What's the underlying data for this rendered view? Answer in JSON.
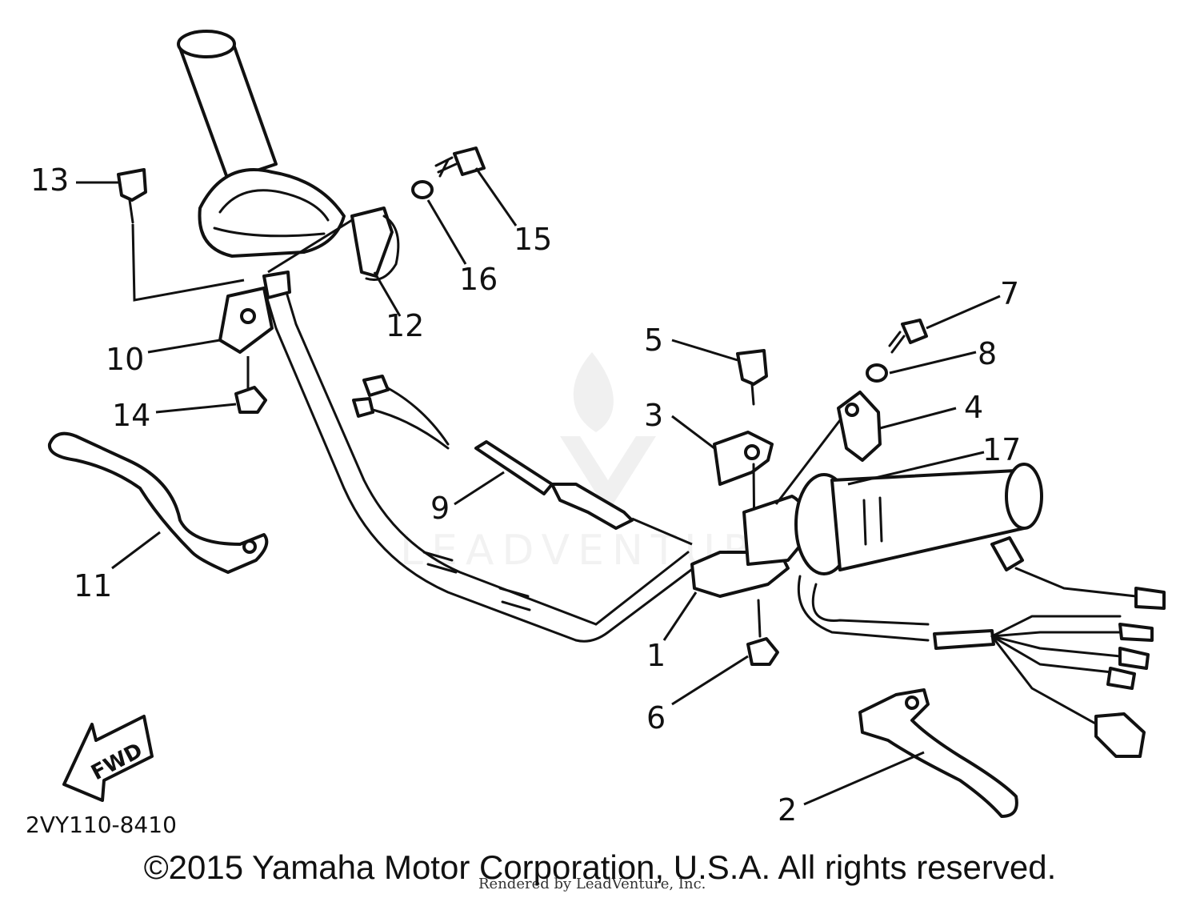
{
  "diagram": {
    "part_number": "2VY110-8410",
    "fwd_label": "FWD",
    "callouts": [
      "1",
      "2",
      "3",
      "4",
      "5",
      "6",
      "7",
      "8",
      "9",
      "10",
      "11",
      "12",
      "13",
      "14",
      "15",
      "16",
      "17"
    ]
  },
  "watermark": {
    "brand": "LEADVENTURE",
    "rendered_by": "Rendered by LeadVenture, Inc."
  },
  "footer": {
    "copyright": "©2015 Yamaha Motor Corporation, U.S.A. All rights reserved."
  }
}
